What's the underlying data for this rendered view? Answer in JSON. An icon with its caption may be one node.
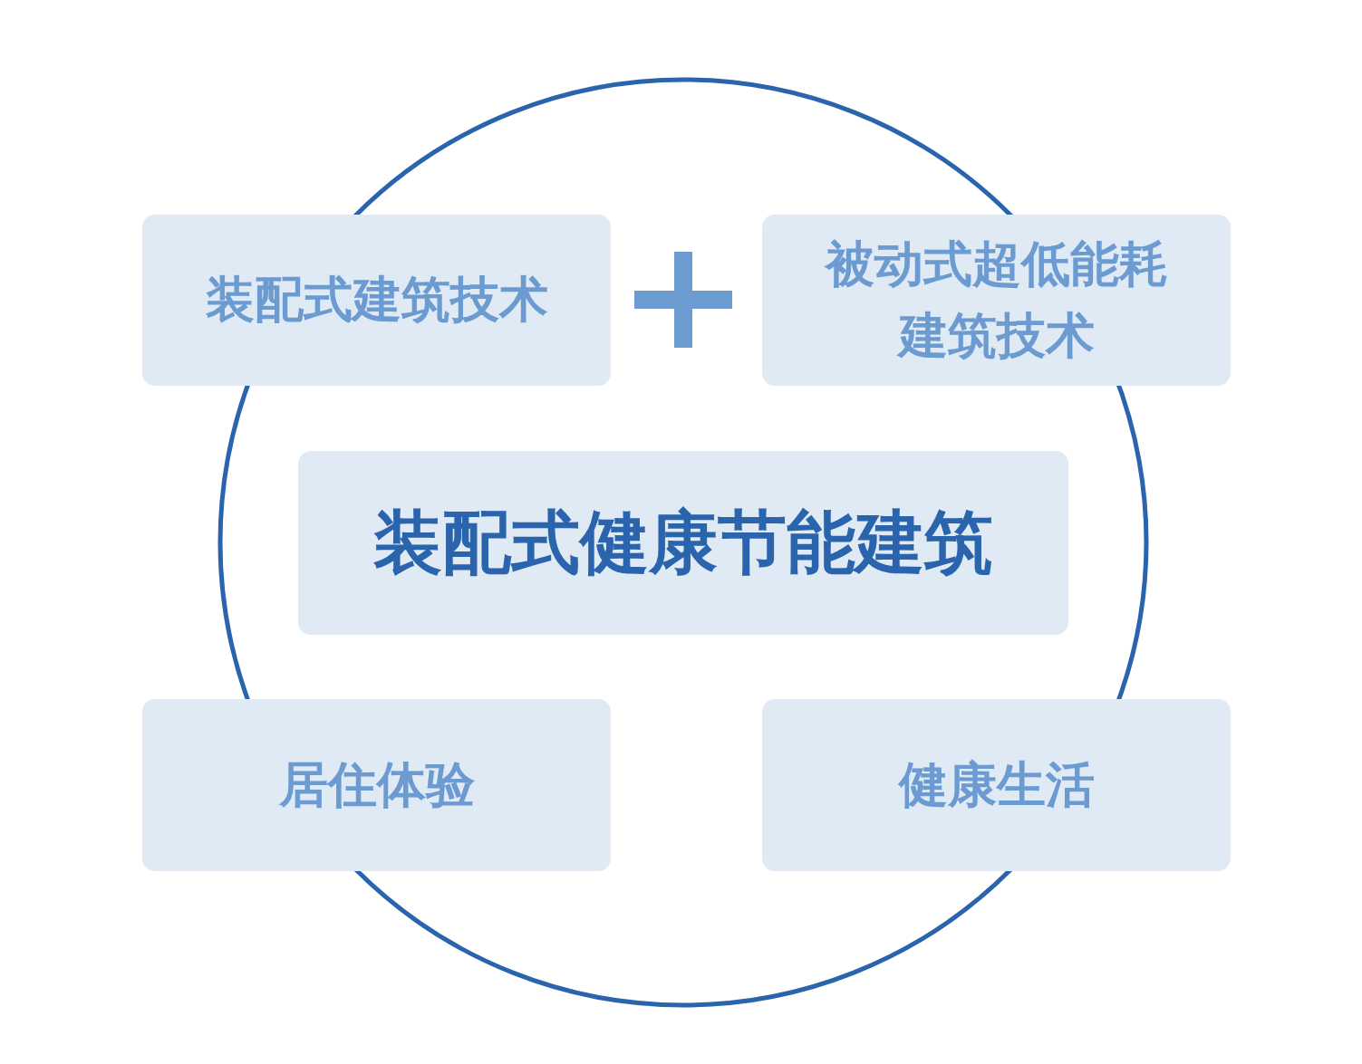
{
  "diagram": {
    "nodes": [
      {
        "text": [
          "装配式建筑技术"
        ]
      },
      {
        "text": [],
        "shape": "plus"
      },
      {
        "text": [
          "被动式超低能耗建筑技术"
        ]
      },
      {
        "text": [
          "装配式健康节能建筑"
        ]
      },
      {
        "text": [
          "居住体验"
        ]
      },
      {
        "text": [
          "健康生活"
        ]
      }
    ]
  }
}
